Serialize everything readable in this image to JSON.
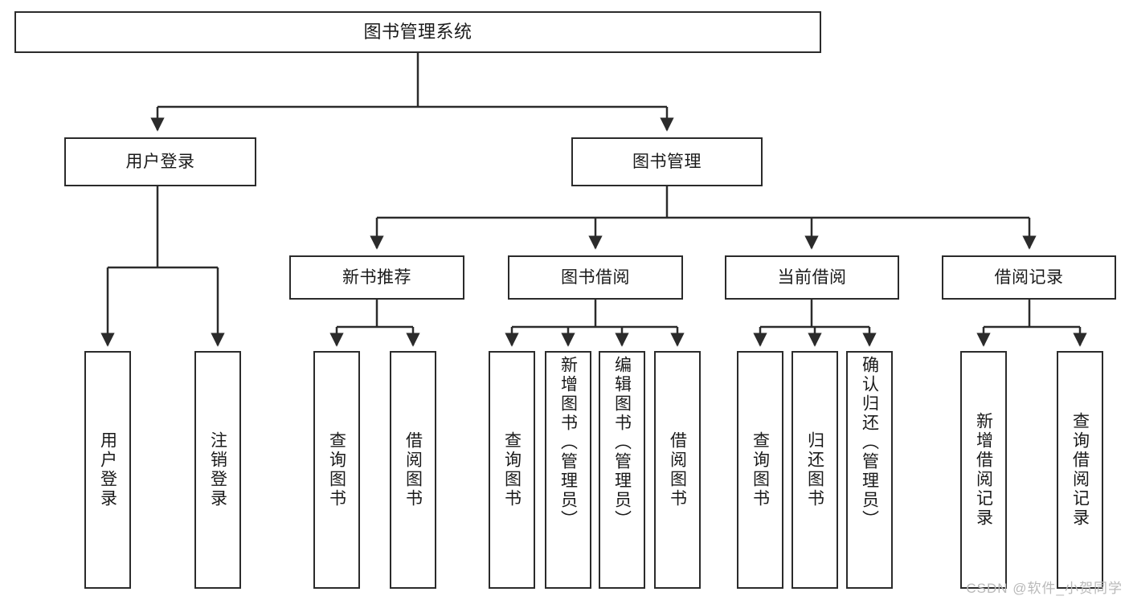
{
  "diagram": {
    "title": "图书管理系统",
    "type": "hierarchy-tree",
    "watermark": "CSDN @软件_小贺同学",
    "colors": {
      "border": "#2b2b2b",
      "background": "#ffffff",
      "text": "#1a1a1a",
      "watermark": "#b9b9b9"
    },
    "root": {
      "label": "图书管理系统"
    },
    "tier2": [
      {
        "label": "用户登录"
      },
      {
        "label": "图书管理"
      }
    ],
    "tier3": [
      {
        "label": "新书推荐"
      },
      {
        "label": "图书借阅"
      },
      {
        "label": "当前借阅"
      },
      {
        "label": "借阅记录"
      }
    ],
    "leaves": {
      "user_login": [
        {
          "label": "用户登录"
        },
        {
          "label": "注销登录"
        }
      ],
      "new_book": [
        {
          "label": "查询图书"
        },
        {
          "label": "借阅图书"
        }
      ],
      "borrow_book": [
        {
          "label": "查询图书"
        },
        {
          "label": "新增图书（管理员）"
        },
        {
          "label": "编辑图书（管理员）"
        },
        {
          "label": "借阅图书"
        }
      ],
      "current_borrow": [
        {
          "label": "查询图书"
        },
        {
          "label": "归还图书"
        },
        {
          "label": "确认归还（管理员）"
        }
      ],
      "borrow_record": [
        {
          "label": "新增借阅记录"
        },
        {
          "label": "查询借阅记录"
        }
      ]
    }
  }
}
